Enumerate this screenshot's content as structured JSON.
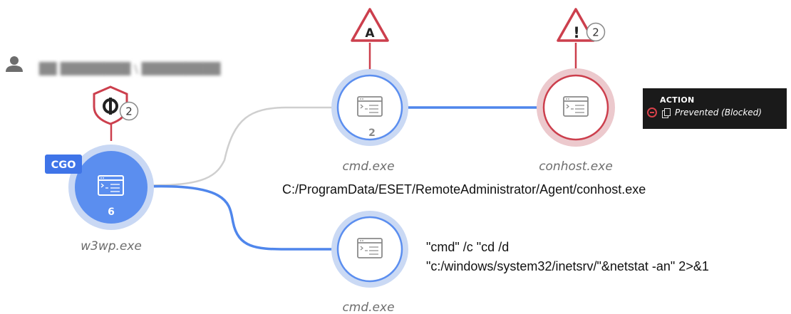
{
  "user": {
    "account_label": "██ ████████ \\ █████████"
  },
  "nodes": {
    "w3wp": {
      "name": "w3wp.exe",
      "count": "6",
      "tag": "CGO",
      "badge_count": "2"
    },
    "cmd_top": {
      "name": "cmd.exe",
      "count": "2",
      "badge_letter": "A"
    },
    "conhost": {
      "name": "conhost.exe",
      "badge_symbol": "!",
      "badge_count": "2"
    },
    "cmd_bottom": {
      "name": "cmd.exe"
    }
  },
  "annotations": {
    "conhost_path": "C:/ProgramData/ESET/RemoteAdministrator/Agent/conhost.exe",
    "cmd_command_line1": "\"cmd\" /c \"cd /d",
    "cmd_command_line2": "\"c:/windows/system32/inetsrv/\"&netstat -an\" 2>&1"
  },
  "action": {
    "title": "ACTION",
    "value": "Prevented (Blocked)"
  },
  "colors": {
    "blue_accent": "#4f86ec",
    "blue_ring": "#c6d6f3",
    "red_accent": "#cc3f4d",
    "red_ring": "#ebc8cc",
    "cgo_tag": "#3f74e8",
    "edge_gray": "#cfcfcf"
  },
  "icons": [
    "user-icon",
    "shield-badge-icon",
    "warning-badge-icon",
    "window-terminal-icon",
    "prevent-icon",
    "copy-icon"
  ]
}
